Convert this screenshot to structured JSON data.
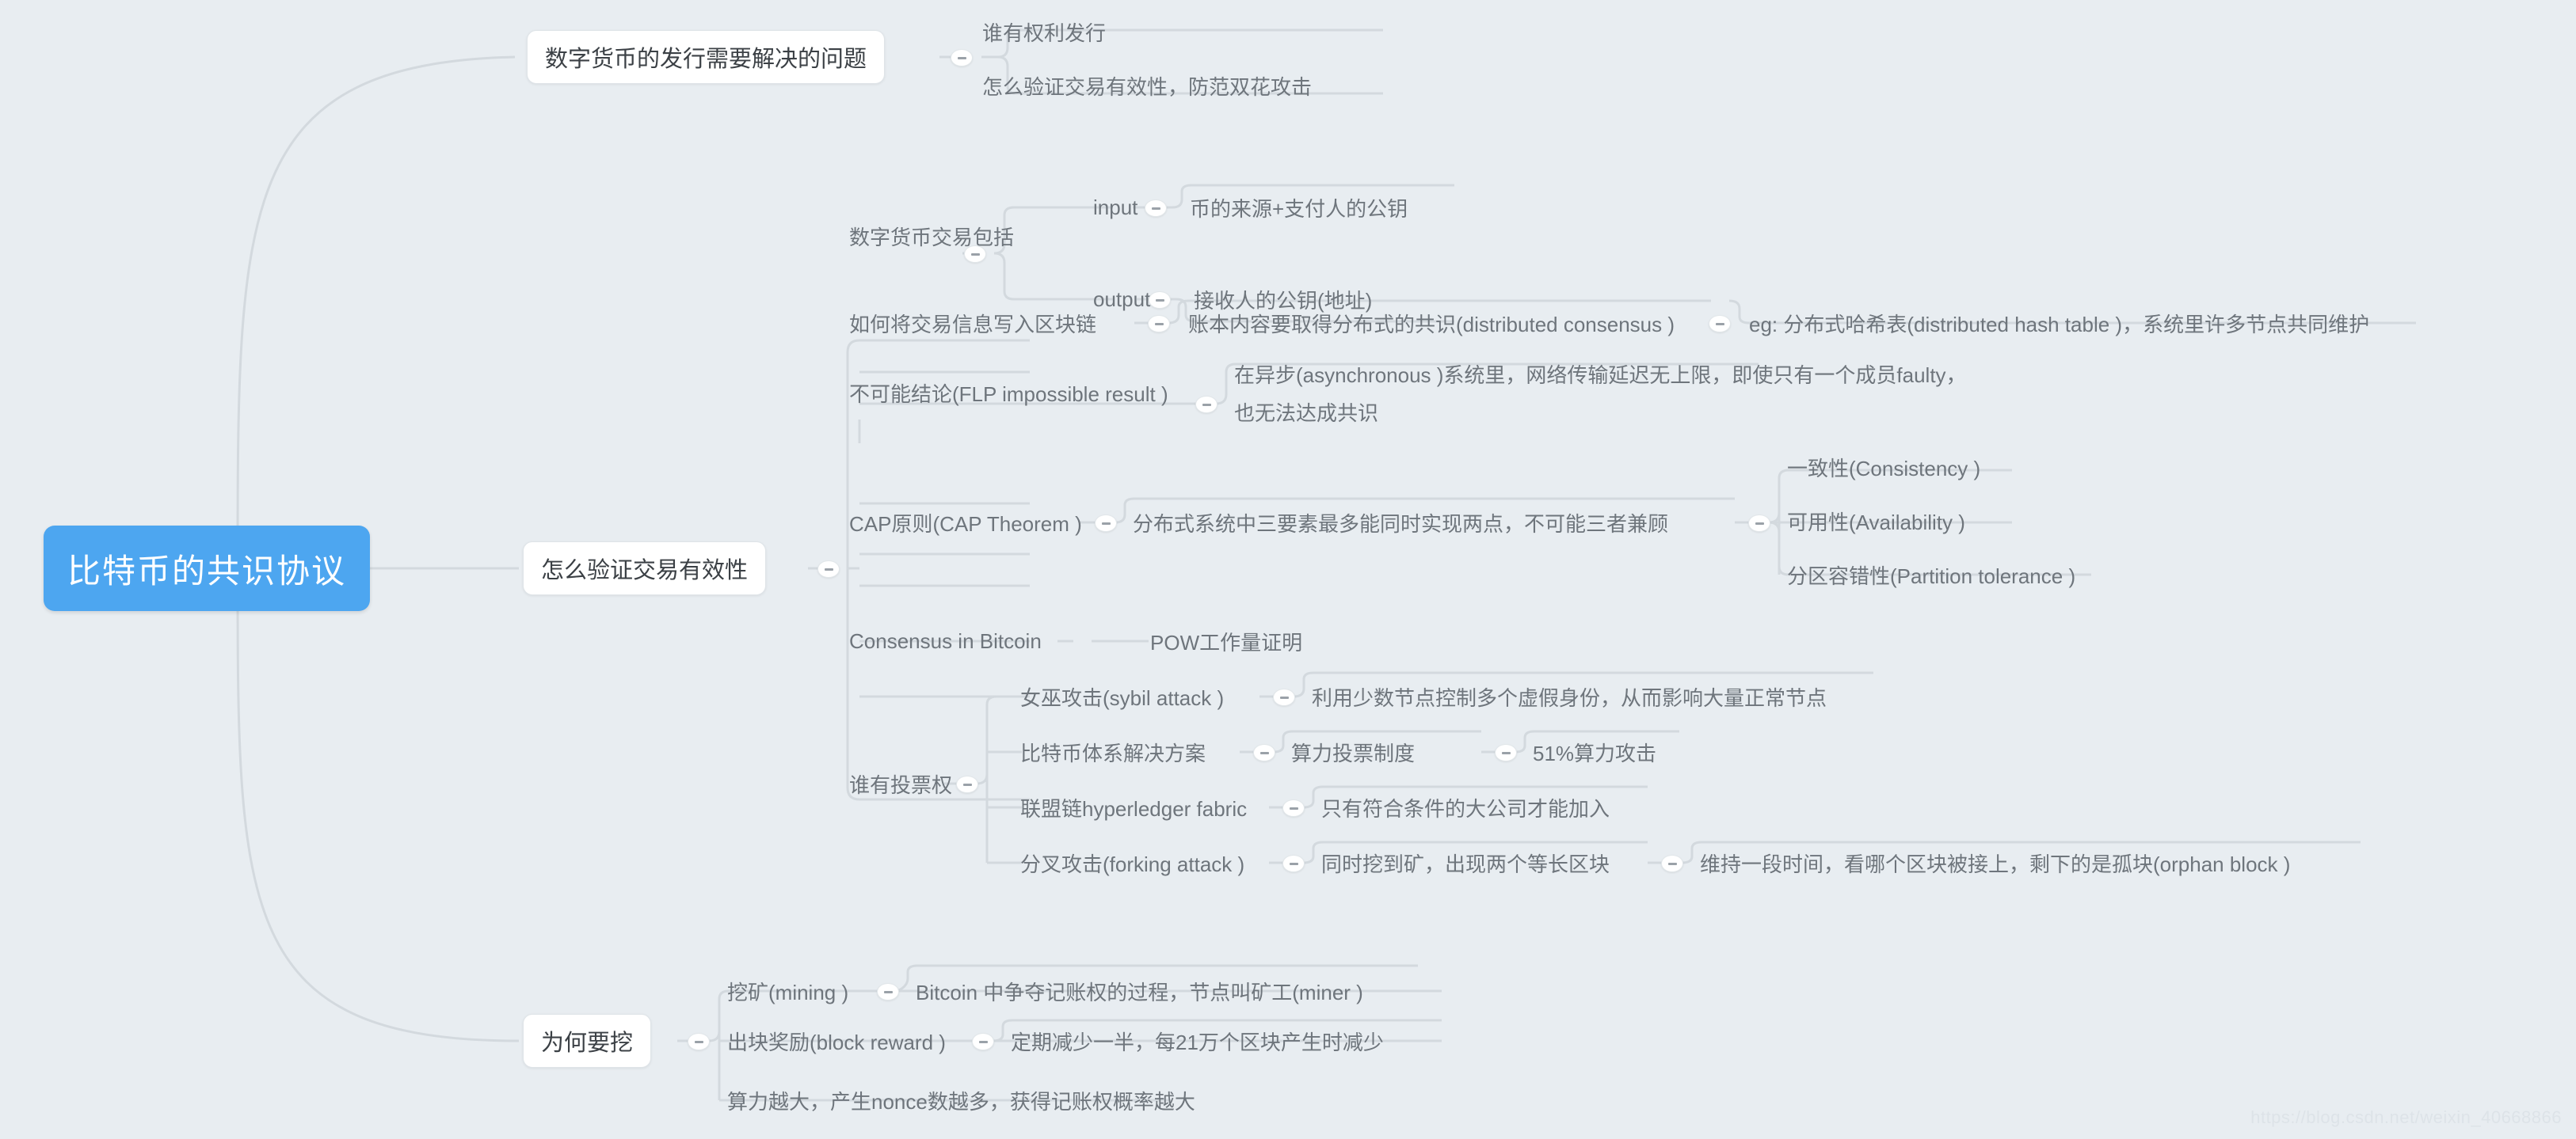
{
  "meta": {
    "watermark": "https://blog.csdn.net/weixin_40668866",
    "root_color": "#4da6f0",
    "background_color": "#e8edf1",
    "node_text_color": "#3b4045",
    "branch_text_color": "#6e757c",
    "connector_color": "#d3d9de"
  },
  "root": {
    "label": "比特币的共识协议"
  },
  "branches": {
    "issuance": {
      "label": "数字货币的发行需要解决的问题",
      "children": [
        {
          "label": "谁有权利发行"
        },
        {
          "label": "怎么验证交易有效性，防范双花攻击"
        }
      ]
    },
    "validate": {
      "label": "怎么验证交易有效性",
      "children": {
        "tx_includes": {
          "label": "数字货币交易包括",
          "children": [
            {
              "label": "input",
              "detail": "币的来源+支付人的公钥"
            },
            {
              "label": "output",
              "detail": "接收人的公钥(地址)"
            }
          ]
        },
        "write_chain": {
          "label": "如何将交易信息写入区块链",
          "detail": "账本内容要取得分布式的共识(distributed consensus )",
          "detail2": "eg: 分布式哈希表(distributed hash table )，系统里许多节点共同维护"
        },
        "flp": {
          "label": "不可能结论(FLP impossible result )",
          "detail_line1": "在异步(asynchronous )系统里，网络传输延迟无上限，即使只有一个成员faulty，",
          "detail_line2": "也无法达成共识"
        },
        "cap": {
          "label": "CAP原则(CAP Theorem )",
          "detail": "分布式系统中三要素最多能同时实现两点，不可能三者兼顾",
          "items": [
            {
              "label": "一致性(Consistency )"
            },
            {
              "label": "可用性(Availability )"
            },
            {
              "label": "分区容错性(Partition tolerance )"
            }
          ]
        },
        "consensus_bitcoin": {
          "label": "Consensus in Bitcoin",
          "detail": "POW工作量证明"
        },
        "voting": {
          "label": "谁有投票权",
          "items": [
            {
              "label": "女巫攻击(sybil attack )",
              "detail": "利用少数节点控制多个虚假身份，从而影响大量正常节点"
            },
            {
              "label": "比特币体系解决方案",
              "detail": "算力投票制度",
              "detail2": "51%算力攻击"
            },
            {
              "label": "联盟链hyperledger fabric",
              "detail": "只有符合条件的大公司才能加入"
            },
            {
              "label": "分叉攻击(forking attack )",
              "detail": "同时挖到矿，出现两个等长区块",
              "detail2": "维持一段时间，看哪个区块被接上，剩下的是孤块(orphan block )"
            }
          ]
        }
      }
    },
    "mining": {
      "label": "为何要挖",
      "children": [
        {
          "label": "挖矿(mining )",
          "detail": "Bitcoin 中争夺记账权的过程，节点叫矿工(miner )"
        },
        {
          "label": "出块奖励(block reward )",
          "detail": "定期减少一半，每21万个区块产生时减少"
        },
        {
          "label": "算力越大，产生nonce数越多，获得记账权概率越大",
          "detail": ""
        }
      ]
    }
  }
}
